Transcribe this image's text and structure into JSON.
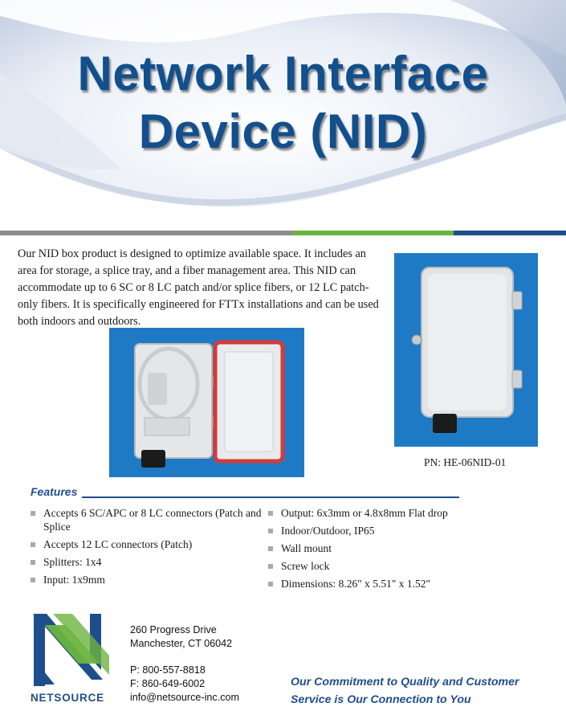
{
  "header": {
    "title_line1": "Network Interface",
    "title_line2": "Device (NID)"
  },
  "intro": {
    "text": "Our NID box product is designed to optimize available space. It includes an area for storage, a splice tray, and a fiber management area. This NID can accommodate up to 6 SC or 8 LC patch and/or splice fibers, or 12 LC patch-only fibers. It is specifically engineered for FTTx installations and can be used both indoors and outdoors."
  },
  "product": {
    "part_number": "PN: HE-06NID-01"
  },
  "features": {
    "heading": "Features",
    "left": [
      "Accepts 6 SC/APC or 8 LC connectors (Patch and Splice",
      "Accepts 12 LC connectors (Patch)",
      "Splitters: 1x4",
      "Input: 1x9mm"
    ],
    "right": [
      "Output: 6x3mm or 4.8x8mm Flat drop",
      "Indoor/Outdoor, IP65",
      "Wall mount",
      "Screw lock",
      "Dimensions: 8.26\" x 5.51\" x 1.52\""
    ]
  },
  "footer": {
    "company": "NETSOURCE",
    "address_line1": "260 Progress Drive",
    "address_line2": "Manchester, CT 06042",
    "phone": "P: 800-557-8818",
    "fax": "F: 860-649-6002",
    "email": "info@netsource-inc.com",
    "slogan": "Our Commitment to Quality and Customer Service is Our Connection to You"
  },
  "colors": {
    "brand_blue": "#1f4e8c",
    "brand_green": "#6db43f",
    "title_blue": "#124f8d",
    "photo_bg": "#1e7ac4"
  }
}
